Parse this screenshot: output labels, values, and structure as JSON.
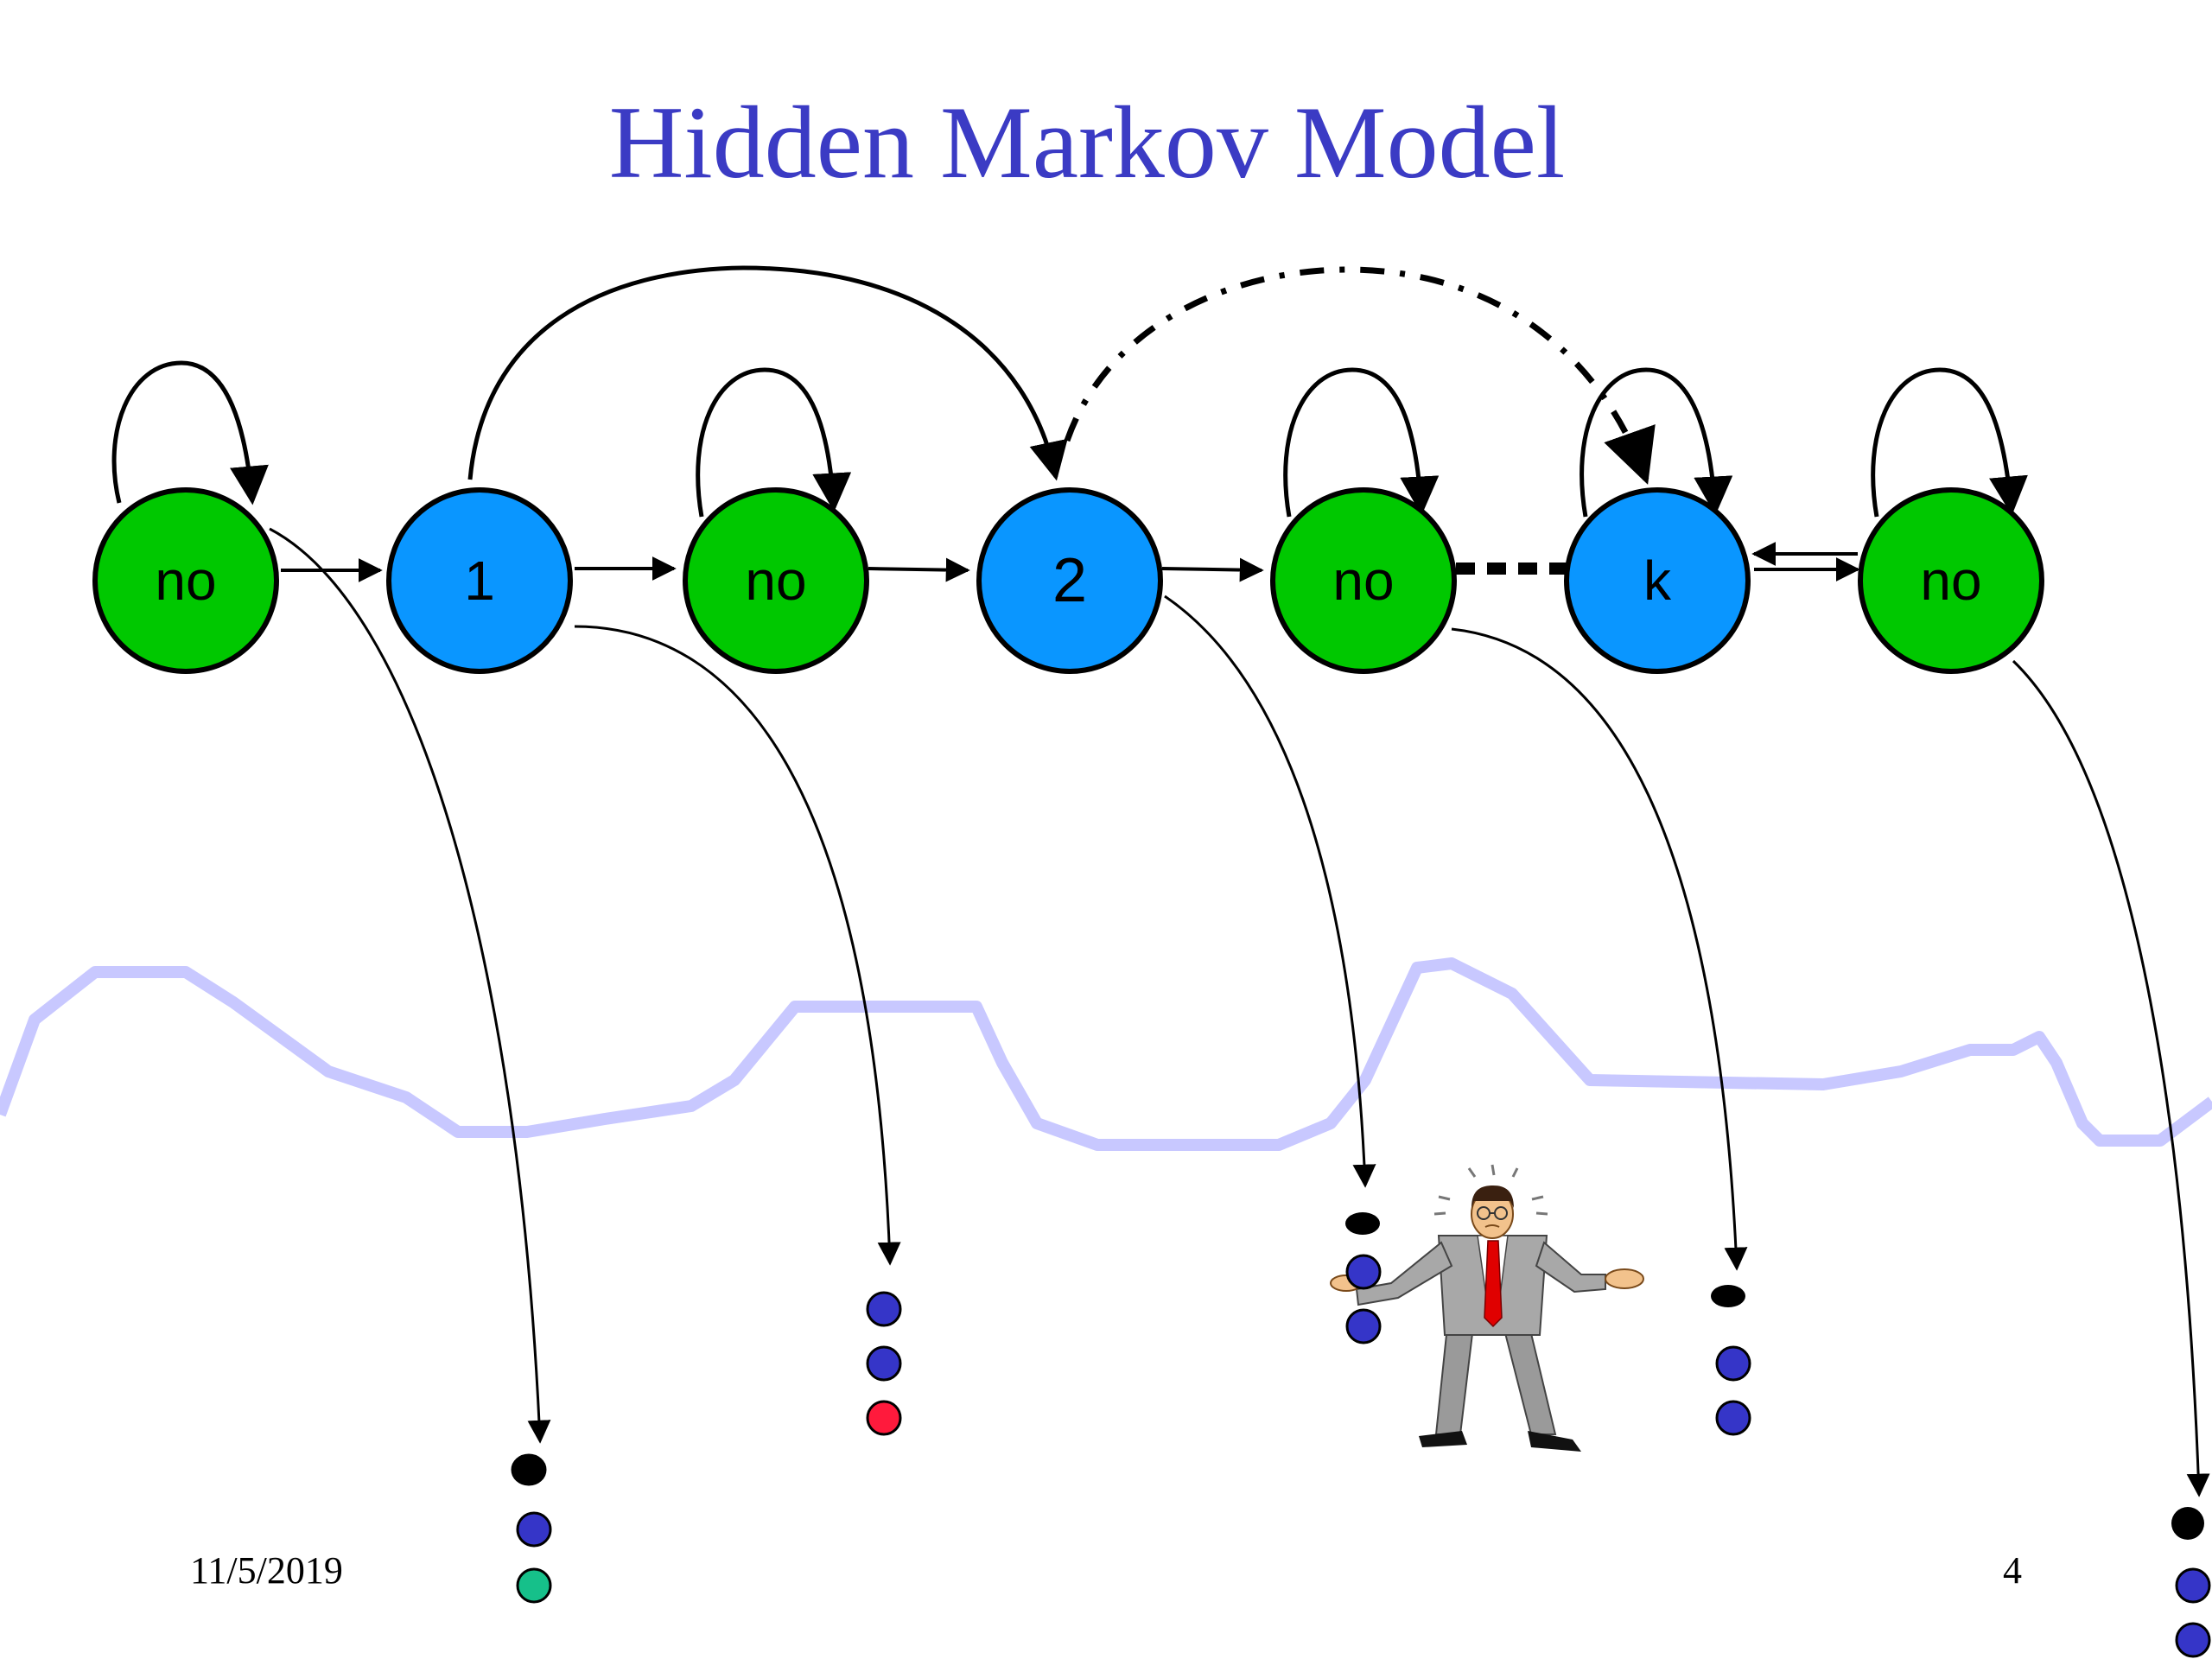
{
  "slide": {
    "title": "Hidden Markov Model",
    "date": "11/5/2019",
    "page_number": "4"
  },
  "colors": {
    "title": "#3b3bc4",
    "no_state": "#00c800",
    "motif_state": "#0a96ff",
    "signal_wave": "#c8c8ff",
    "obs_black": "#000000",
    "obs_blue": "#3535c8",
    "obs_red": "#ff1a3c",
    "obs_teal": "#16c08a"
  },
  "states": [
    {
      "label": "no",
      "kind": "no"
    },
    {
      "label": "1",
      "kind": "motif"
    },
    {
      "label": "no",
      "kind": "no"
    },
    {
      "label": "2",
      "kind": "motif"
    },
    {
      "label": "no",
      "kind": "no"
    },
    {
      "label": "k",
      "kind": "motif"
    },
    {
      "label": "no",
      "kind": "no"
    }
  ],
  "observations": [
    [
      "black",
      "blue",
      "teal"
    ],
    [
      "blue",
      "blue",
      "red"
    ],
    [
      "black",
      "blue",
      "blue"
    ],
    [
      "black",
      "blue",
      "blue"
    ],
    [
      "black",
      "blue",
      "blue"
    ]
  ],
  "icons": {
    "confused_man": "confused-man-icon"
  }
}
